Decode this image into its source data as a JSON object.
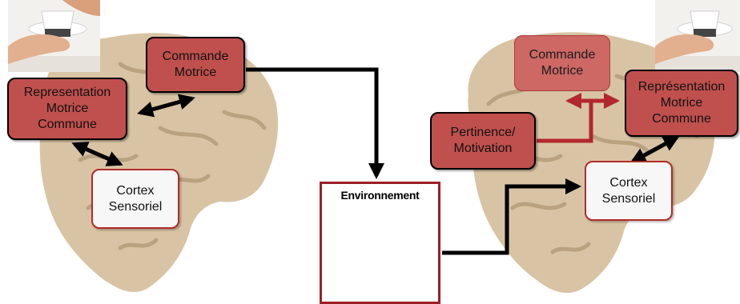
{
  "left": {
    "commande": "Commande\nMotrice",
    "representation": "Representation\nMotrice\nCommune",
    "cortex": "Cortex\nSensoriel"
  },
  "right": {
    "commande": "Commande\nMotrice",
    "representation": "Représentation\nMotrice\nCommune",
    "pertinence": "Pertinence/\nMotivation",
    "cortex": "Cortex\nSensoriel"
  },
  "environment": {
    "label": "Environnement"
  },
  "colors": {
    "box_red": "#c0504d",
    "frame_red": "#9c1f25",
    "arrow_black": "#000000",
    "arrow_red": "#b2272d",
    "brain": "#d8c4a4"
  }
}
